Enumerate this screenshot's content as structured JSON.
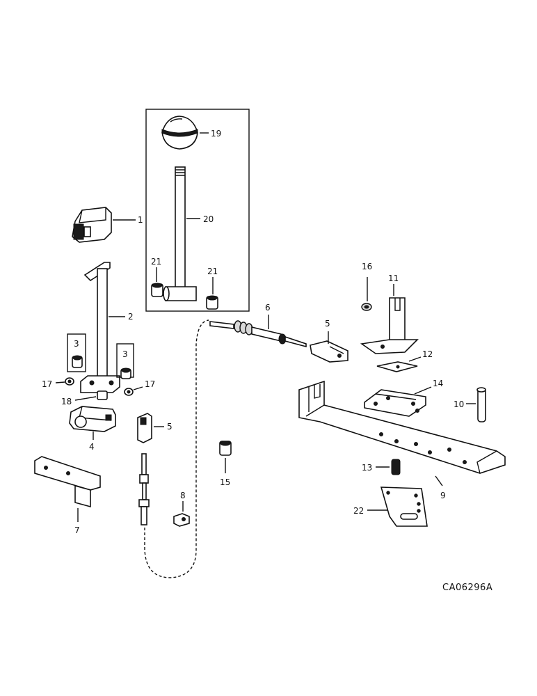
{
  "diagram": {
    "drawing_code": "CA06296A",
    "callouts": {
      "c1": "1",
      "c2": "2",
      "c3a": "3",
      "c3b": "3",
      "c4": "4",
      "c5a": "5",
      "c5b": "5",
      "c6": "6",
      "c7": "7",
      "c8": "8",
      "c9": "9",
      "c10": "10",
      "c11": "11",
      "c12": "12",
      "c13": "13",
      "c14": "14",
      "c15": "15",
      "c16": "16",
      "c17a": "17",
      "c17b": "17",
      "c18": "18",
      "c19": "19",
      "c20": "20",
      "c21a": "21",
      "c21b": "21",
      "c22": "22"
    }
  }
}
